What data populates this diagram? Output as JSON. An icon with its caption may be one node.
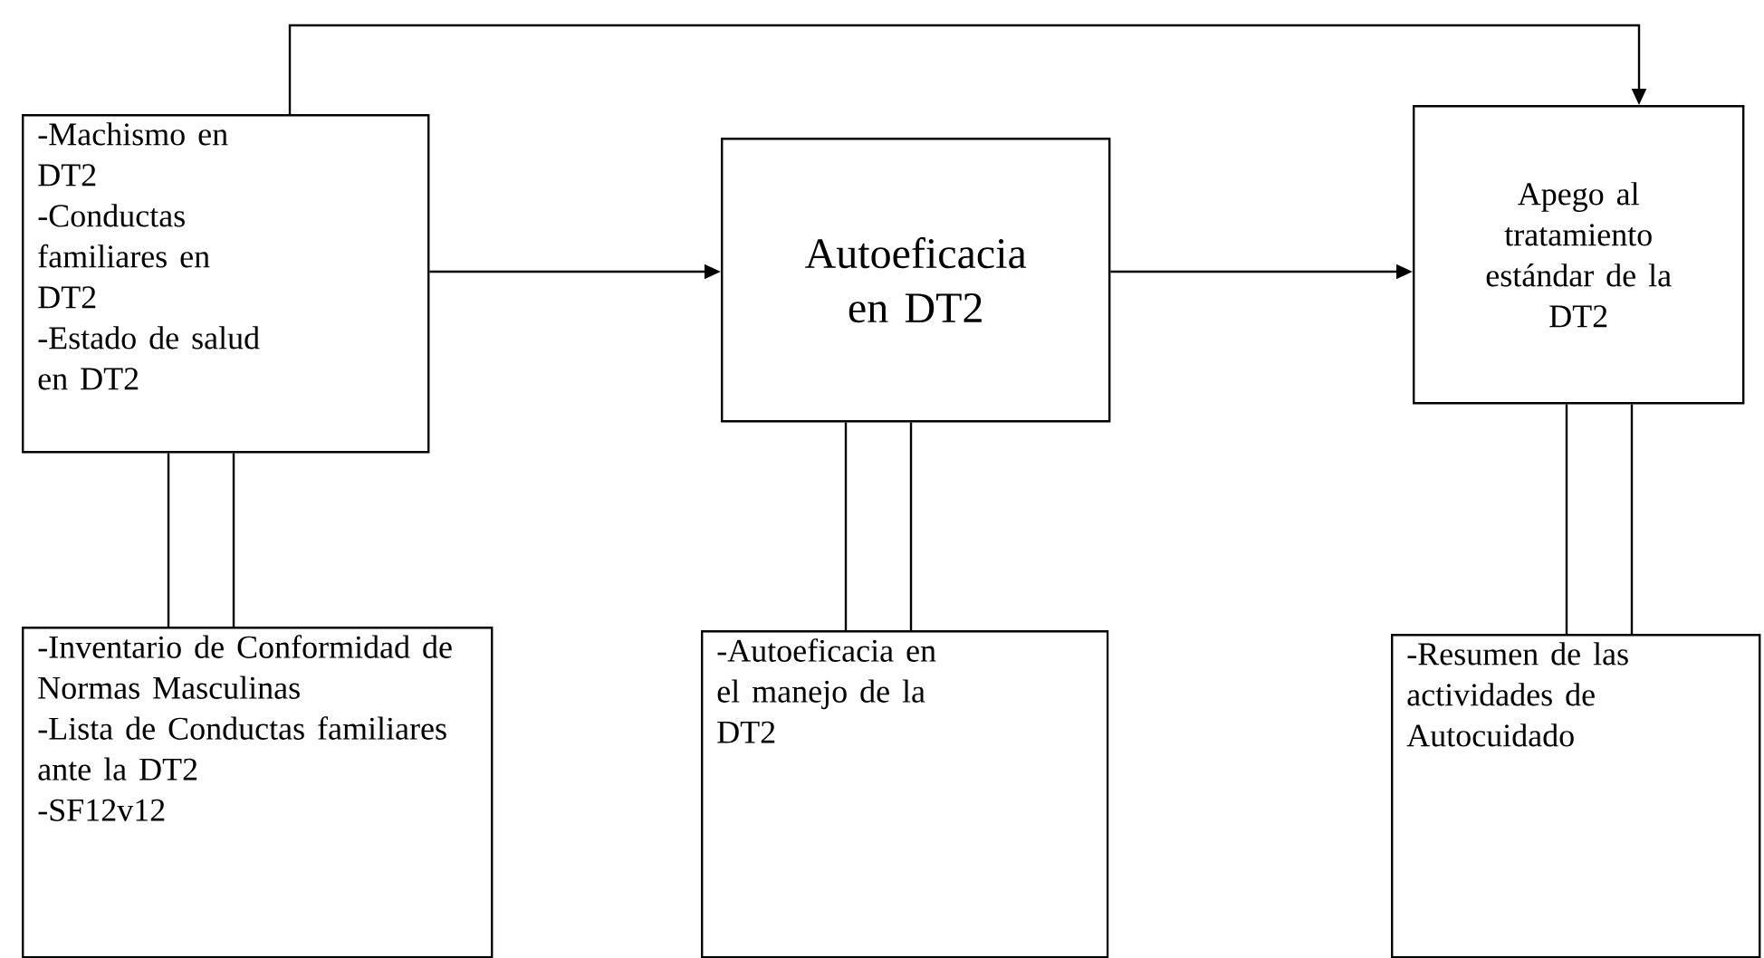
{
  "diagram": {
    "nodes": [
      {
        "text": [
          "-Machismo en DT2",
          "-Conductas familiares en DT2",
          "-Estado de salud en DT2"
        ]
      },
      {
        "text": [
          "Autoeficacia en DT2"
        ]
      },
      {
        "text": [
          "Apego al tratamiento estándar de la DT2"
        ]
      },
      {
        "text": [
          "-Inventario de Conformidad de Normas Masculinas",
          "-Lista de Conductas familiares ante la DT2",
          "-SF12v12"
        ]
      },
      {
        "text": [
          "-Autoeficacia en el manejo de la DT2"
        ]
      },
      {
        "text": [
          "-Resumen de las actividades de Autocuidado"
        ]
      }
    ],
    "edges": [
      {
        "from": 0,
        "to": 1,
        "arrow": "to"
      },
      {
        "from": 1,
        "to": 2,
        "arrow": "to"
      },
      {
        "from": 0,
        "to": 2,
        "arrow": "to"
      },
      {
        "from": 0,
        "to": 3,
        "arrow": "none"
      },
      {
        "from": 1,
        "to": 4,
        "arrow": "none"
      },
      {
        "from": 2,
        "to": 5,
        "arrow": "none"
      }
    ]
  }
}
